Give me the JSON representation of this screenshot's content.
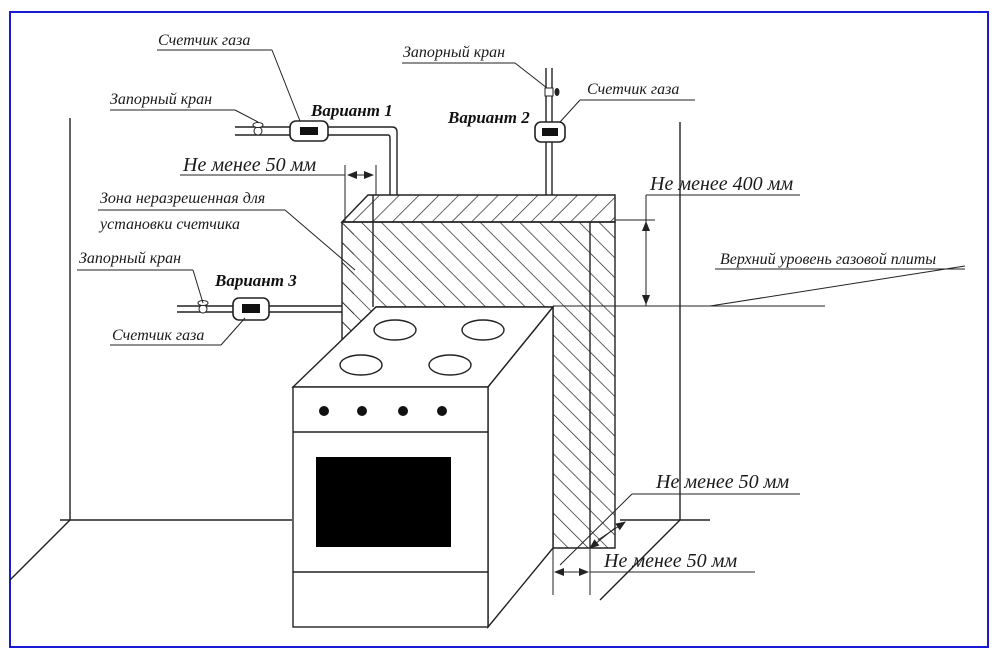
{
  "diagram": {
    "title": "Gas meter installation distances relative to gas stove",
    "colors": {
      "frame": "#1a1ad6",
      "ink": "#1a1a1a",
      "background": "#ffffff"
    },
    "variants": [
      {
        "label": "Вариант 1",
        "meter_label": "Счетчик газа",
        "valve_label": "Запорный кран"
      },
      {
        "label": "Вариант 2",
        "meter_label": "Счетчик газа",
        "valve_label": "Запорный кран"
      },
      {
        "label": "Вариант 3",
        "meter_label": "Счетчик газа",
        "valve_label": "Запорный кран"
      }
    ],
    "dimensions": {
      "side_gap": "Не менее 50 мм",
      "height_above": "Не менее 400 мм",
      "rear_gap": "Не менее 50 мм",
      "bottom_gap": "Не менее 50 мм"
    },
    "zone_label_line1": "Зона неразрешенная для",
    "zone_label_line2": "установки счетчика",
    "stove_top_level_label": "Верхний уровень газовой плиты",
    "stove": {
      "burners": 4,
      "knobs": 4
    }
  }
}
